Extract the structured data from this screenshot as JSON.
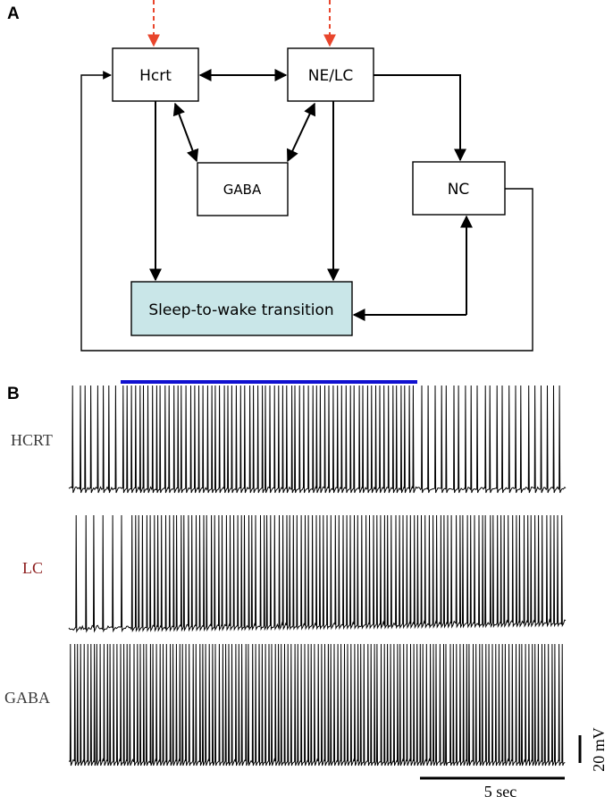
{
  "panel_a": {
    "letter": "A",
    "nodes": {
      "hcrt": "Hcrt",
      "ne_lc": "NE/LC",
      "gaba": "GABA",
      "nc": "NC",
      "transition": "Sleep-to-wake transition"
    }
  },
  "panel_b": {
    "letter": "B",
    "traces": [
      {
        "label": "HCRT",
        "color": "#3a3a3a"
      },
      {
        "label": "LC",
        "color": "#8b1a1a"
      },
      {
        "label": "GABA",
        "color": "#3a3a3a"
      }
    ],
    "stimulus_bar_color": "#1010d0",
    "scale_voltage": "20 mV",
    "scale_time": "5 sec"
  },
  "colors": {
    "transition_fill": "#c9e6e8",
    "input_arrow": "#e8452c"
  }
}
